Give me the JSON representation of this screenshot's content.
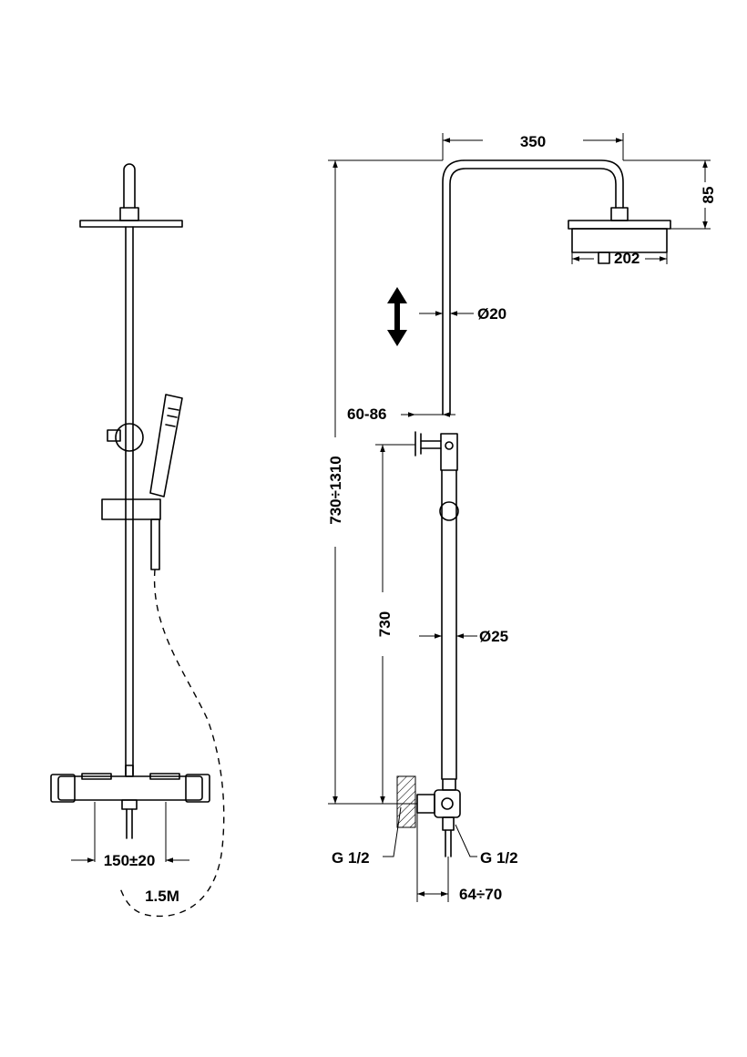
{
  "labels": {
    "head_width": "350",
    "head_drop": "85",
    "head_square": "202",
    "upper_pipe_dia": "Ø20",
    "lower_pipe_dia": "Ø25",
    "wall_offset": "60-86",
    "total_height": "730÷1310",
    "lower_height": "730",
    "inlet_left": "G 1/2",
    "inlet_right": "G 1/2",
    "wall_depth": "64÷70",
    "inlet_spacing": "150±20",
    "hose_length": "1.5M"
  },
  "icons": {
    "height_adjust": "double-arrow-vertical-icon",
    "square_symbol": "square-icon"
  },
  "colors": {
    "line": "#000000",
    "background": "#ffffff"
  }
}
